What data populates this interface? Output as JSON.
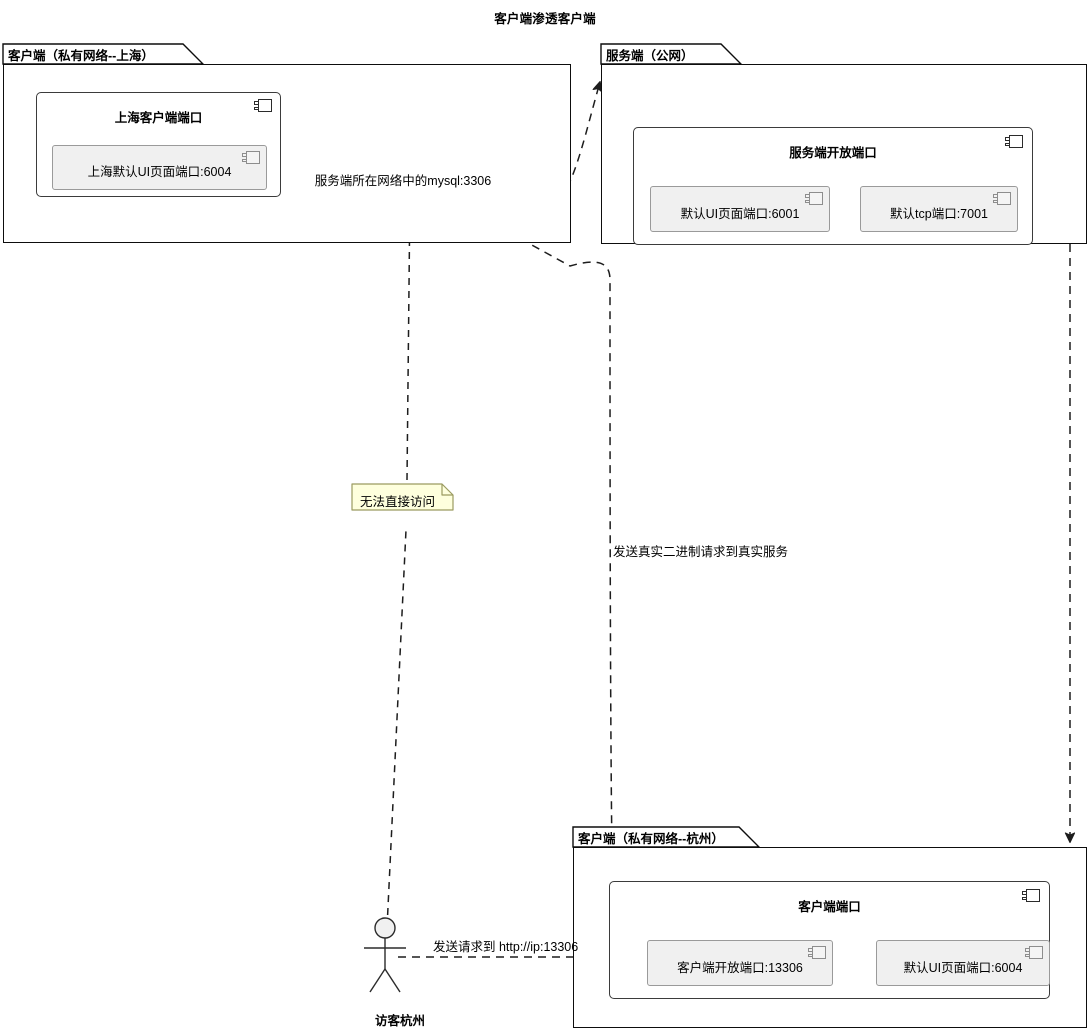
{
  "diagram": {
    "title": "客户端渗透客户端",
    "type": "uml-deployment-diagram",
    "colors": {
      "frame_border": "#0d0d0d",
      "component_border": "#3b3b3b",
      "port_fill": "#f0f0f0",
      "port_border": "#9a9a9a",
      "note_fill": "#feffdd",
      "note_border": "#9b9b60",
      "db_fill": "#f0f0f0",
      "db_border": "#3b3b3b",
      "edge": "#2b2b2b",
      "background": "#ffffff"
    }
  },
  "packages": [
    {
      "id": "client-shanghai",
      "title": "客户端（私有网络--上海）",
      "component": {
        "id": "shanghai-client-port",
        "title": "上海客户端端口",
        "icon": "uml-component-icon",
        "ports": [
          {
            "id": "shanghai-ui-6004",
            "label": "上海默认UI页面端口:6004",
            "icon": "uml-component-icon"
          }
        ]
      },
      "database": {
        "id": "server-network-mysql",
        "label": "服务端所在网络中的mysql:3306",
        "shape": "cylinder"
      }
    },
    {
      "id": "server-public",
      "title": "服务端（公网）",
      "component": {
        "id": "server-open-port",
        "title": "服务端开放端口",
        "icon": "uml-component-icon",
        "ports": [
          {
            "id": "server-ui-6001",
            "label": "默认UI页面端口:6001",
            "icon": "uml-component-icon"
          },
          {
            "id": "server-tcp-7001",
            "label": "默认tcp端口:7001",
            "icon": "uml-component-icon"
          }
        ]
      }
    },
    {
      "id": "client-hangzhou",
      "title": "客户端（私有网络--杭州）",
      "component": {
        "id": "client-port",
        "title": "客户端端口",
        "icon": "uml-component-icon",
        "ports": [
          {
            "id": "client-open-13306",
            "label": "客户端开放端口:13306",
            "icon": "uml-component-icon"
          },
          {
            "id": "client-ui-6004",
            "label": "默认UI页面端口:6004",
            "icon": "uml-component-icon"
          }
        ]
      }
    }
  ],
  "actor": {
    "id": "visitor-hangzhou",
    "label": "访客杭州",
    "shape": "stick-figure"
  },
  "note": {
    "id": "cannot-access-directly",
    "text": "无法直接访问"
  },
  "edges": [
    {
      "id": "edge-shanghai-to-server",
      "from": "client-shanghai",
      "to": "server-public",
      "label": "",
      "style": "dashed",
      "arrow": "open"
    },
    {
      "id": "edge-server-to-hangzhou",
      "from": "server-public",
      "to": "client-hangzhou",
      "label": "",
      "style": "dashed",
      "arrow": "open"
    },
    {
      "id": "edge-hangzhou-to-mysql",
      "from": "client-open-13306",
      "to": "server-network-mysql",
      "label": "发送真实二进制请求到真实服务",
      "style": "dashed",
      "arrow": "open"
    },
    {
      "id": "edge-visitor-to-mysql",
      "from": "visitor-hangzhou",
      "to": "server-network-mysql",
      "label": "无法直接访问",
      "style": "dashed",
      "arrow": "none"
    },
    {
      "id": "edge-visitor-to-client-port",
      "from": "visitor-hangzhou",
      "to": "client-open-13306",
      "label": "发送请求到 http://ip:13306",
      "style": "dashed",
      "arrow": "open"
    }
  ]
}
